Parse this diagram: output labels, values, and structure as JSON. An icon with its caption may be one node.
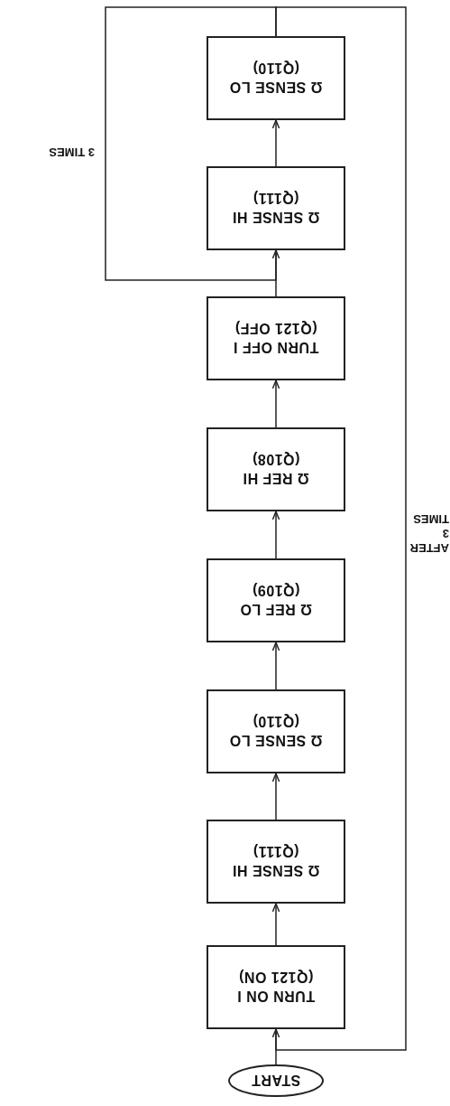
{
  "diagram": {
    "nodes": [
      {
        "text": [
          "START"
        ]
      },
      {
        "text": [
          "TURN ON I",
          "(Q121 ON)"
        ]
      },
      {
        "text": [
          "Ω SENSE HI",
          "(Q111)"
        ]
      },
      {
        "text": [
          "Ω SENSE LO",
          "(Q110)"
        ]
      },
      {
        "text": [
          "Ω REF LO",
          "(Q109)"
        ]
      },
      {
        "text": [
          "Ω REF HI",
          "(Q108)"
        ]
      },
      {
        "text": [
          "TURN OFF I",
          "(Q121 OFF)"
        ]
      },
      {
        "text": [
          "Ω SENSE HI",
          "(Q111)"
        ]
      },
      {
        "text": [
          "Ω SENSE LO",
          "(Q110)"
        ]
      }
    ],
    "edges": [
      {
        "from": 0,
        "to": 1,
        "arrow": "to"
      },
      {
        "from": 1,
        "to": 2,
        "arrow": "to"
      },
      {
        "from": 2,
        "to": 3,
        "arrow": "to"
      },
      {
        "from": 3,
        "to": 4,
        "arrow": "to"
      },
      {
        "from": 4,
        "to": 5,
        "arrow": "to"
      },
      {
        "from": 5,
        "to": 6,
        "arrow": "to"
      },
      {
        "from": 6,
        "to": 7,
        "arrow": "to"
      },
      {
        "from": 7,
        "to": 8,
        "arrow": "to"
      },
      {
        "from": 8,
        "to": 7,
        "arrow": "to",
        "label": "3 TIMES"
      },
      {
        "from": 8,
        "to": 1,
        "arrow": "to",
        "label": "AFTER 3 TIMES"
      }
    ]
  }
}
